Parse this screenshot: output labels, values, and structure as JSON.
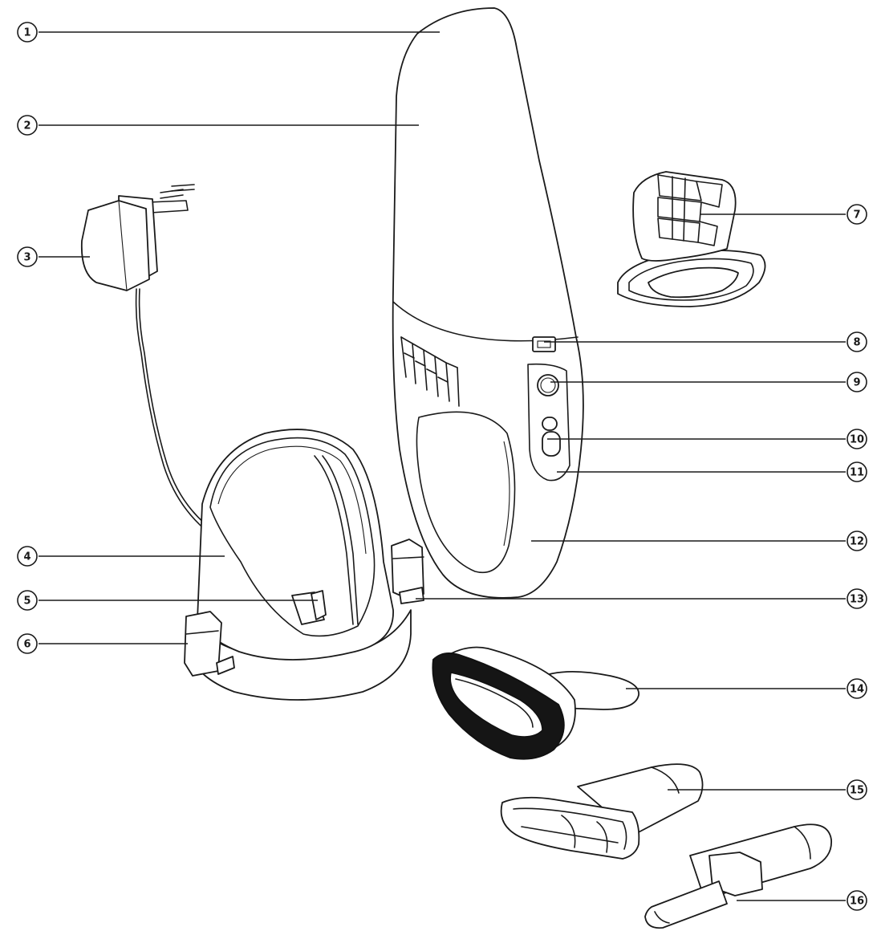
{
  "callouts": [
    {
      "id": "1",
      "label": "1"
    },
    {
      "id": "2",
      "label": "2"
    },
    {
      "id": "3",
      "label": "3"
    },
    {
      "id": "4",
      "label": "4"
    },
    {
      "id": "5",
      "label": "5"
    },
    {
      "id": "6",
      "label": "6"
    },
    {
      "id": "7",
      "label": "7"
    },
    {
      "id": "8",
      "label": "8"
    },
    {
      "id": "9",
      "label": "9"
    },
    {
      "id": "10",
      "label": "10"
    },
    {
      "id": "11",
      "label": "11"
    },
    {
      "id": "12",
      "label": "12"
    },
    {
      "id": "13",
      "label": "13"
    },
    {
      "id": "14",
      "label": "14"
    },
    {
      "id": "15",
      "label": "15"
    },
    {
      "id": "16",
      "label": "16"
    }
  ],
  "colors": {
    "line": "#1a1a1a",
    "background": "#ffffff"
  }
}
